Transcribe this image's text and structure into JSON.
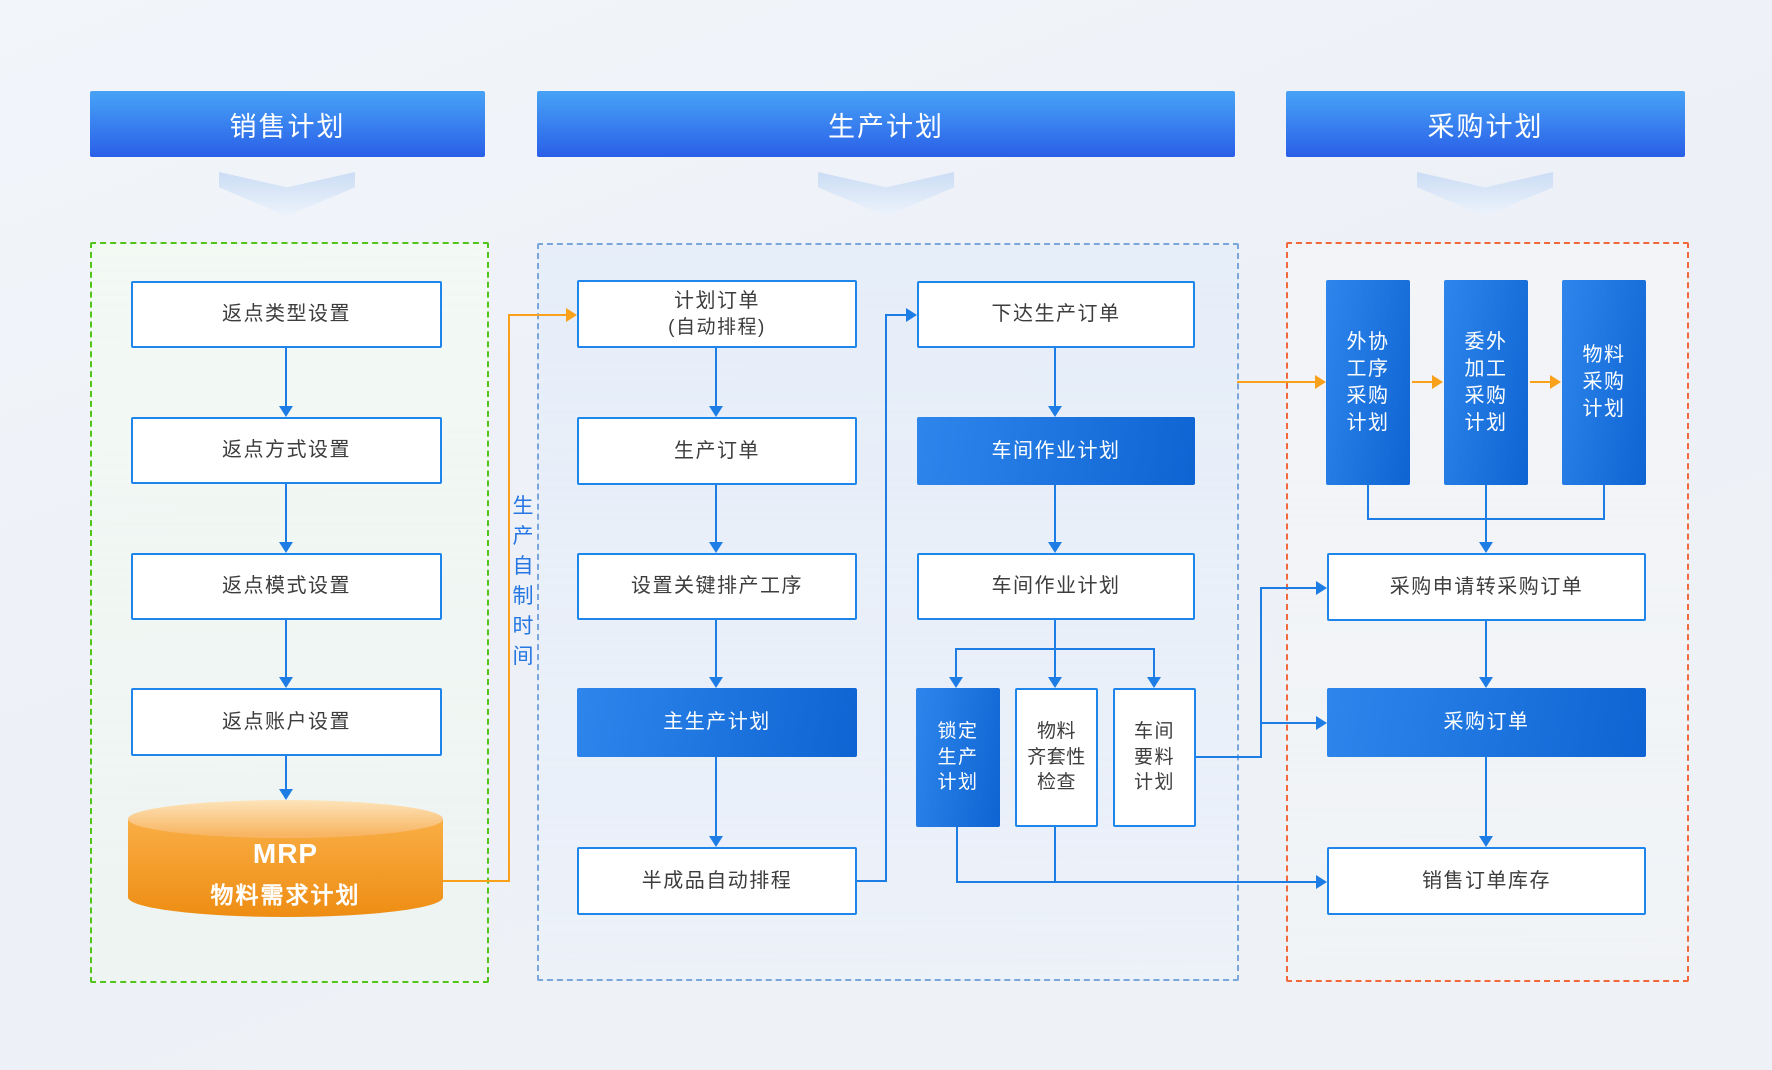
{
  "banners": {
    "sales": "销售计划",
    "production": "生产计划",
    "procurement": "采购计划"
  },
  "sales": {
    "steps": [
      "返点类型设置",
      "返点方式设置",
      "返点模式设置",
      "返点账户设置"
    ],
    "mrp_title": "MRP",
    "mrp_subtitle": "物料需求计划"
  },
  "production": {
    "lead_time_label": "生\n产\n自\n制\n时\n间",
    "plan_order_line1": "计划订单",
    "plan_order_line2": "(自动排程)",
    "steps_left": [
      "生产订单",
      "设置关键排产工序",
      "主生产计划",
      "半成品自动排程"
    ],
    "steps_right": [
      "下达生产订单",
      "车间作业计划",
      "车间作业计划"
    ],
    "sub_boxes": [
      "锁定\n生产\n计划",
      "物料\n齐套性\n检查",
      "车间\n要料\n计划"
    ]
  },
  "procurement": {
    "vertical_boxes": [
      "外协\n工序\n采购\n计划",
      "委外\n加工\n采购\n计划",
      "物料\n采购\n计划"
    ],
    "steps": [
      "采购申请转采购订单",
      "采购订单",
      "销售订单库存"
    ]
  },
  "colors": {
    "banner_gradient_top": "#47a3f6",
    "banner_gradient_bottom": "#2a5fe8",
    "node_border": "#1e86ea",
    "flow_arrow_blue": "#1e7ce5",
    "flow_arrow_orange": "#f9a11b",
    "highlight_node": "#0e64d2",
    "cylinder_orange": "#ee8d13",
    "sales_container_border": "#52c41a",
    "production_container_border": "#7aa6d9",
    "procurement_container_border": "#f1683c"
  }
}
